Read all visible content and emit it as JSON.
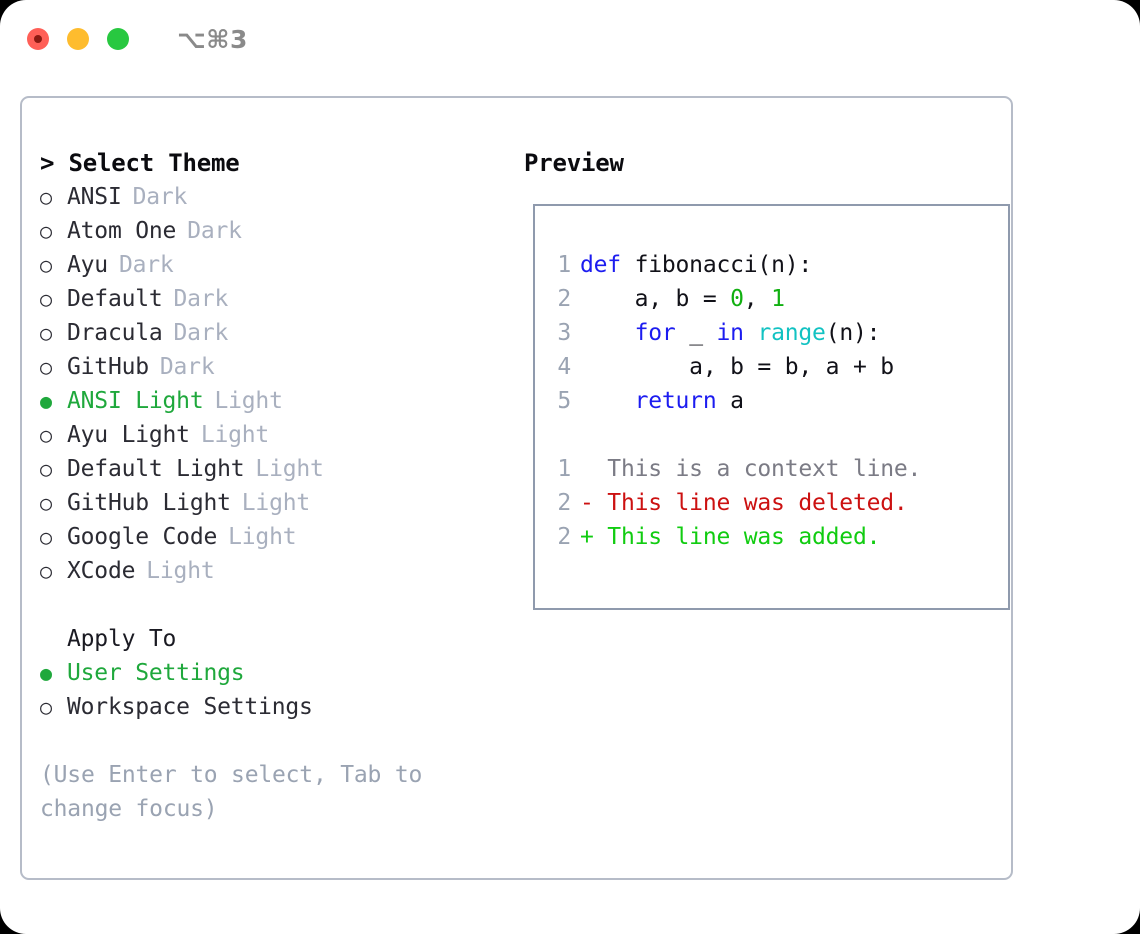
{
  "window": {
    "shortcut": "⌥⌘3",
    "traffic_lights": [
      {
        "name": "close-button",
        "color": "#ff5f57"
      },
      {
        "name": "minimize-button",
        "color": "#febc2e"
      },
      {
        "name": "maximize-button",
        "color": "#28c840"
      }
    ]
  },
  "theme_picker": {
    "title": "> Select Theme",
    "marker_selected": "●",
    "marker_unselected": "○",
    "items": [
      {
        "label": "ANSI",
        "variant": "Dark",
        "selected": false
      },
      {
        "label": "Atom One",
        "variant": "Dark",
        "selected": false
      },
      {
        "label": "Ayu",
        "variant": "Dark",
        "selected": false
      },
      {
        "label": "Default",
        "variant": "Dark",
        "selected": false
      },
      {
        "label": "Dracula",
        "variant": "Dark",
        "selected": false
      },
      {
        "label": "GitHub",
        "variant": "Dark",
        "selected": false
      },
      {
        "label": "ANSI Light",
        "variant": "Light",
        "selected": true
      },
      {
        "label": "Ayu Light",
        "variant": "Light",
        "selected": false
      },
      {
        "label": "Default Light",
        "variant": "Light",
        "selected": false
      },
      {
        "label": "GitHub Light",
        "variant": "Light",
        "selected": false
      },
      {
        "label": "Google Code",
        "variant": "Light",
        "selected": false
      },
      {
        "label": "XCode",
        "variant": "Light",
        "selected": false
      }
    ]
  },
  "apply_to": {
    "label": "Apply To",
    "options": [
      {
        "label": "User Settings",
        "selected": true
      },
      {
        "label": "Workspace Settings",
        "selected": false
      }
    ]
  },
  "hint": "(Use Enter to select, Tab to change focus)",
  "preview": {
    "title": "Preview",
    "code_lines": [
      {
        "no": "1",
        "tokens": [
          {
            "t": "def ",
            "c": "kw"
          },
          {
            "t": "fibonacci(n):",
            "c": "txt"
          }
        ]
      },
      {
        "no": "2",
        "tokens": [
          {
            "t": "    a, b = ",
            "c": "txt"
          },
          {
            "t": "0",
            "c": "num"
          },
          {
            "t": ", ",
            "c": "txt"
          },
          {
            "t": "1",
            "c": "num"
          }
        ]
      },
      {
        "no": "3",
        "tokens": [
          {
            "t": "    ",
            "c": "txt"
          },
          {
            "t": "for",
            "c": "kw"
          },
          {
            "t": " _ ",
            "c": "txt"
          },
          {
            "t": "in",
            "c": "kw"
          },
          {
            "t": " ",
            "c": "txt"
          },
          {
            "t": "range",
            "c": "fn"
          },
          {
            "t": "(n):",
            "c": "txt"
          }
        ]
      },
      {
        "no": "4",
        "tokens": [
          {
            "t": "        a, b = b, a + b",
            "c": "txt"
          }
        ]
      },
      {
        "no": "5",
        "tokens": [
          {
            "t": "    ",
            "c": "txt"
          },
          {
            "t": "return",
            "c": "kw"
          },
          {
            "t": " a",
            "c": "txt"
          }
        ]
      }
    ],
    "diff_lines": [
      {
        "no": "1",
        "text": "  This is a context line.",
        "kind": "ctx"
      },
      {
        "no": "2",
        "text": "- This line was deleted.",
        "kind": "del"
      },
      {
        "no": "2",
        "text": "+ This line was added.",
        "kind": "add"
      }
    ]
  }
}
